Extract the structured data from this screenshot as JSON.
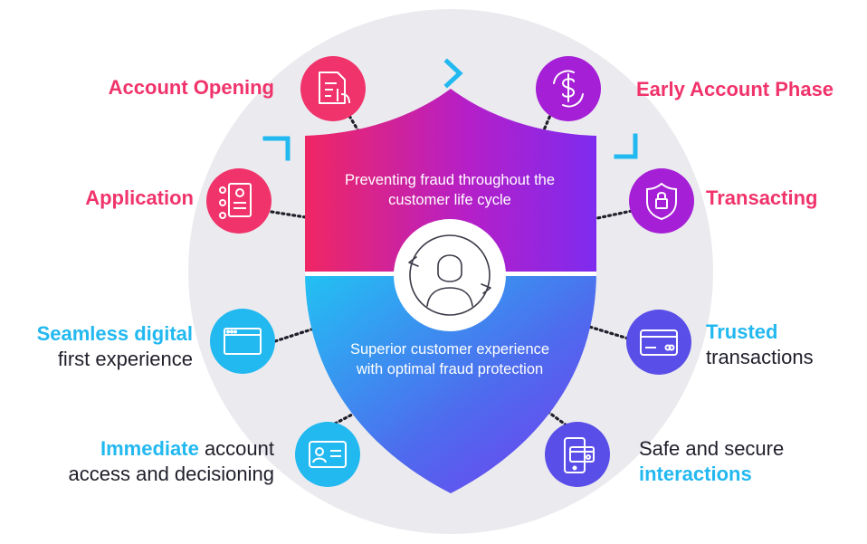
{
  "shield": {
    "top_text": "Preventing fraud throughout the customer life cycle",
    "bottom_text": "Superior customer experience with optimal fraud protection"
  },
  "left_nodes": [
    {
      "label": "Account Opening",
      "icon": "document-touch-icon"
    },
    {
      "label": "Application",
      "icon": "resume-form-icon"
    },
    {
      "label_strong": "Seamless digital",
      "label_rest": "first experience",
      "icon": "browser-window-icon"
    },
    {
      "label_strong": "Immediate",
      "label_rest_1": "account",
      "label_rest_2": "access and decisioning",
      "icon": "id-card-icon"
    }
  ],
  "right_nodes": [
    {
      "label": "Early Account Phase",
      "icon": "dollar-cycle-icon"
    },
    {
      "label": "Transacting",
      "icon": "shield-lock-icon"
    },
    {
      "label_strong": "Trusted",
      "label_rest": "transactions",
      "icon": "credit-card-icon"
    },
    {
      "label_rest": "Safe and secure",
      "label_strong": "interactions",
      "icon": "phone-card-icon"
    }
  ],
  "colors": {
    "pink": "#f0336b",
    "magenta": "#a51fd6",
    "purple": "#7a2ff0",
    "blue": "#22b8f0",
    "indigo": "#5a4ee8",
    "circle_bg": "#ebebef"
  }
}
